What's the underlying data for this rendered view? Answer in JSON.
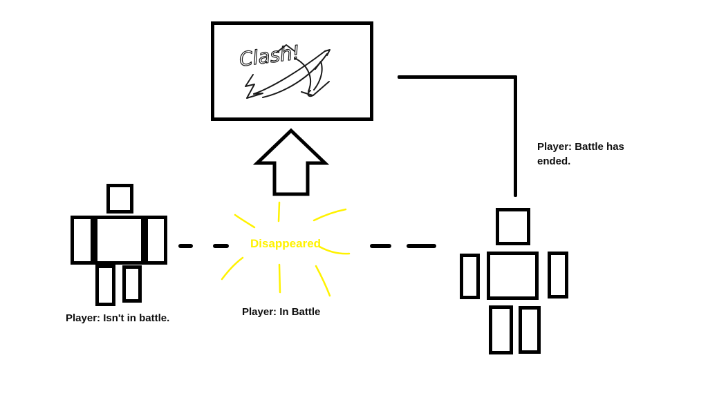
{
  "scene": {
    "caption": "Clash!"
  },
  "states": [
    {
      "id": "not-in-battle",
      "label": "Player: Isn't in battle."
    },
    {
      "id": "in-battle",
      "label": "Player: In Battle",
      "effect_text": "Disappeared"
    },
    {
      "id": "battle-ended",
      "label": "Player: Battle has ended."
    }
  ],
  "colors": {
    "ink": "#000000",
    "canvas": "#FFFFFF",
    "highlight_yellow": "#FFF200"
  }
}
